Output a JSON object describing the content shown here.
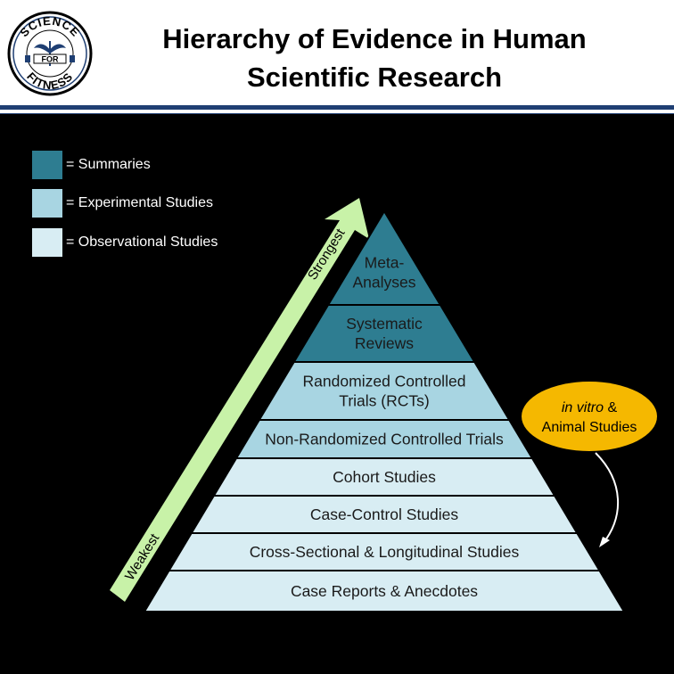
{
  "header": {
    "title_line1": "Hierarchy of Evidence in Human",
    "title_line2": "Scientific Research",
    "logo_top_text": "SCIENCE",
    "logo_middle_text": "FOR",
    "logo_bottom_text": "FITNESS"
  },
  "legend": [
    {
      "label": "= Summaries",
      "color": "#2e7d91"
    },
    {
      "label": "= Experimental Studies",
      "color": "#a8d5e2"
    },
    {
      "label": "= Observational Studies",
      "color": "#d8edf3"
    }
  ],
  "strength_arrow": {
    "strong_label": "Strongest",
    "weak_label": "Weakest",
    "color": "#c8f2a8"
  },
  "pyramid": [
    {
      "lines": [
        "Meta-",
        "Analyses"
      ],
      "category": "Summaries"
    },
    {
      "lines": [
        "Systematic",
        "Reviews"
      ],
      "category": "Summaries"
    },
    {
      "lines": [
        "Randomized Controlled",
        "Trials (RCTs)"
      ],
      "category": "Experimental"
    },
    {
      "lines": [
        "Non-Randomized Controlled Trials"
      ],
      "category": "Experimental"
    },
    {
      "lines": [
        "Cohort Studies"
      ],
      "category": "Observational"
    },
    {
      "lines": [
        "Case-Control Studies"
      ],
      "category": "Observational"
    },
    {
      "lines": [
        "Cross-Sectional & Longitudinal Studies"
      ],
      "category": "Observational"
    },
    {
      "lines": [
        "Case Reports & Anecdotes"
      ],
      "category": "Observational"
    }
  ],
  "callout": {
    "italic_text": "in vitro",
    "text_line1_rest": " &",
    "text_line2": "Animal Studies",
    "color": "#f5b800"
  }
}
